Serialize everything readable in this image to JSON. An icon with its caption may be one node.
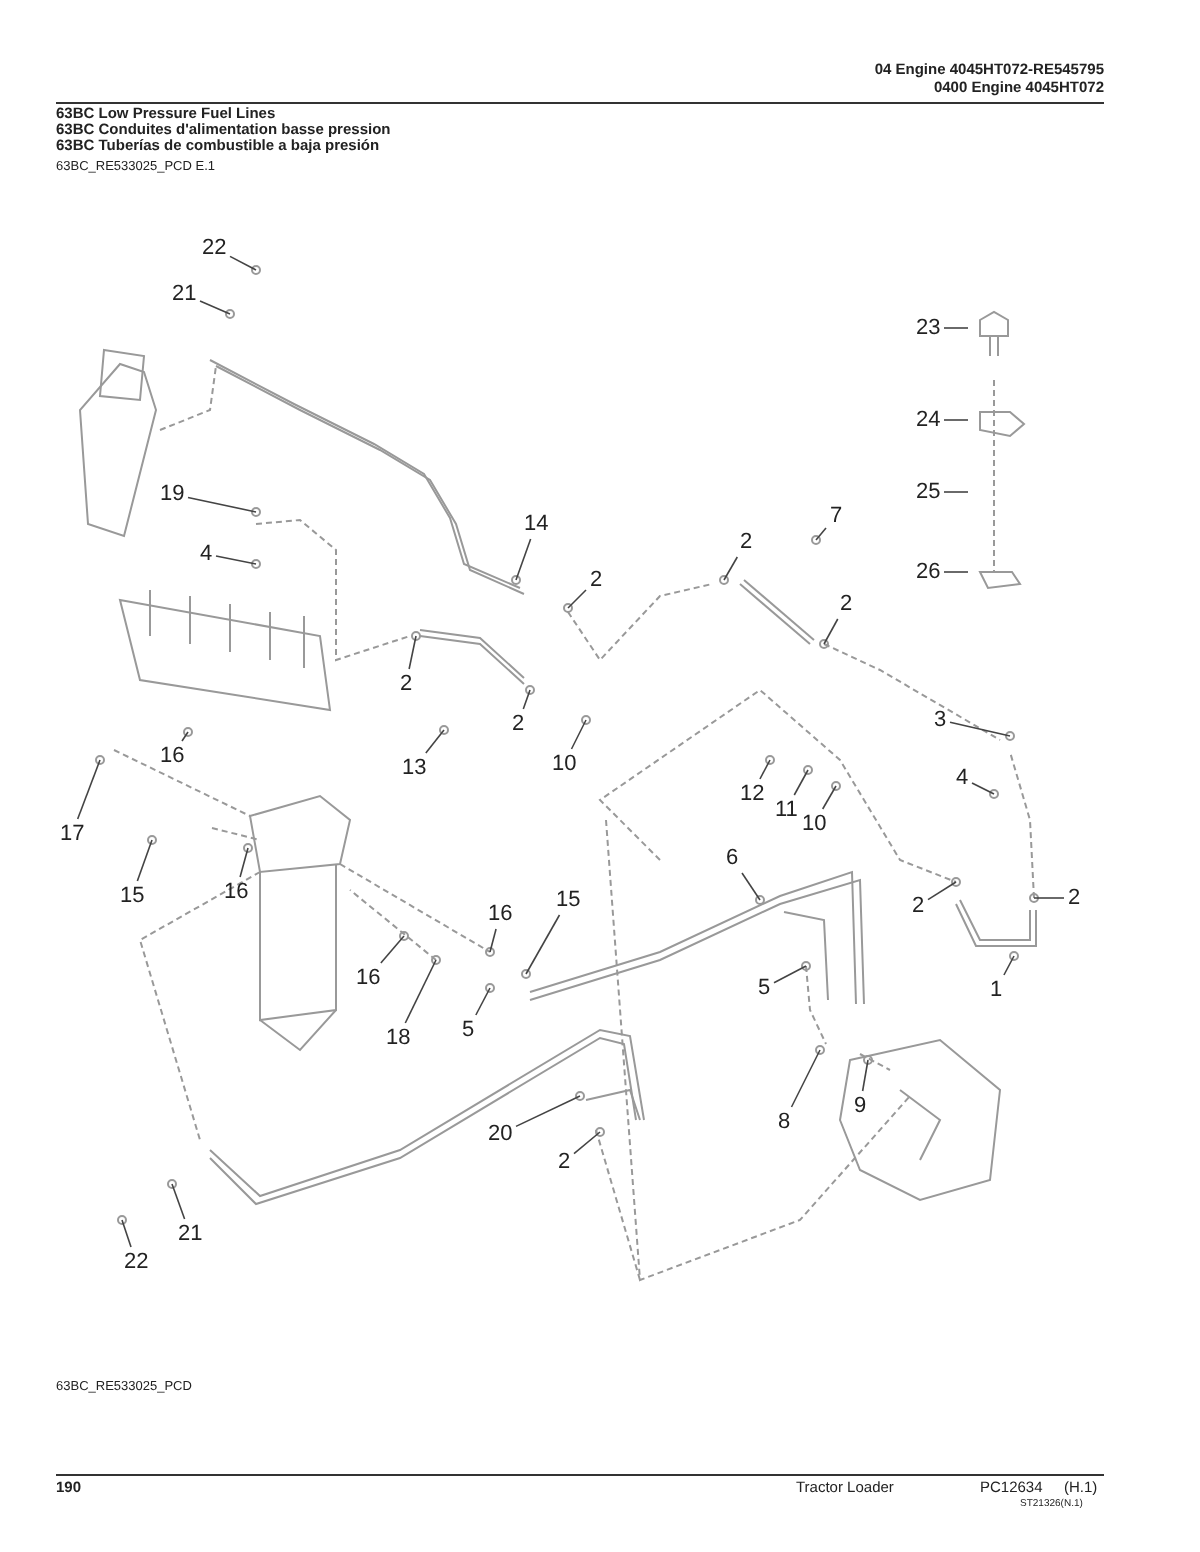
{
  "diagram": {
    "nodes": [
      {
        "text": [
          "22"
        ]
      },
      {
        "text": [
          "21"
        ]
      },
      {
        "text": [
          "19"
        ]
      },
      {
        "text": [
          "4"
        ]
      },
      {
        "text": [
          "14"
        ]
      },
      {
        "text": [
          "2"
        ]
      },
      {
        "text": [
          "2"
        ]
      },
      {
        "text": [
          "13"
        ]
      },
      {
        "text": [
          "2"
        ]
      },
      {
        "text": [
          "10"
        ]
      },
      {
        "text": [
          "7"
        ]
      },
      {
        "text": [
          "2"
        ]
      },
      {
        "text": [
          "2"
        ]
      },
      {
        "text": [
          "23"
        ]
      },
      {
        "text": [
          "24"
        ]
      },
      {
        "text": [
          "25"
        ]
      },
      {
        "text": [
          "26"
        ]
      },
      {
        "text": [
          "3"
        ]
      },
      {
        "text": [
          "4"
        ]
      },
      {
        "text": [
          "12"
        ]
      },
      {
        "text": [
          "11"
        ]
      },
      {
        "text": [
          "10"
        ]
      },
      {
        "text": [
          "6"
        ]
      },
      {
        "text": [
          "2"
        ]
      },
      {
        "text": [
          "2"
        ]
      },
      {
        "text": [
          "1"
        ]
      },
      {
        "text": [
          "5"
        ]
      },
      {
        "text": [
          "8"
        ]
      },
      {
        "text": [
          "9"
        ]
      },
      {
        "text": [
          "17"
        ]
      },
      {
        "text": [
          "16"
        ]
      },
      {
        "text": [
          "15"
        ]
      },
      {
        "text": [
          "16"
        ]
      },
      {
        "text": [
          "16"
        ]
      },
      {
        "text": [
          "15"
        ]
      },
      {
        "text": [
          "16"
        ]
      },
      {
        "text": [
          "18"
        ]
      },
      {
        "text": [
          "5"
        ]
      },
      {
        "text": [
          "20"
        ]
      },
      {
        "text": [
          "2"
        ]
      },
      {
        "text": [
          "21"
        ]
      },
      {
        "text": [
          "22"
        ]
      }
    ],
    "edges": [
      {
        "from": 0,
        "to": null,
        "arrow": "none"
      },
      {
        "from": 1,
        "to": null,
        "arrow": "none"
      },
      {
        "from": 2,
        "to": null,
        "arrow": "none"
      },
      {
        "from": 3,
        "to": null,
        "arrow": "none"
      },
      {
        "from": 4,
        "to": null,
        "arrow": "none"
      },
      {
        "from": 5,
        "to": null,
        "arrow": "none"
      },
      {
        "from": 6,
        "to": null,
        "arrow": "none"
      },
      {
        "from": 7,
        "to": null,
        "arrow": "none"
      },
      {
        "from": 8,
        "to": null,
        "arrow": "none"
      },
      {
        "from": 9,
        "to": null,
        "arrow": "none"
      },
      {
        "from": 10,
        "to": null,
        "arrow": "none"
      },
      {
        "from": 11,
        "to": null,
        "arrow": "none"
      },
      {
        "from": 12,
        "to": null,
        "arrow": "none"
      },
      {
        "from": 13,
        "to": null,
        "arrow": "none"
      },
      {
        "from": 14,
        "to": null,
        "arrow": "none"
      },
      {
        "from": 15,
        "to": null,
        "arrow": "none"
      },
      {
        "from": 16,
        "to": null,
        "arrow": "none"
      },
      {
        "from": 17,
        "to": null,
        "arrow": "none"
      },
      {
        "from": 18,
        "to": null,
        "arrow": "none"
      },
      {
        "from": 19,
        "to": null,
        "arrow": "none"
      },
      {
        "from": 20,
        "to": null,
        "arrow": "none"
      },
      {
        "from": 21,
        "to": null,
        "arrow": "none"
      },
      {
        "from": 22,
        "to": null,
        "arrow": "none"
      },
      {
        "from": 23,
        "to": null,
        "arrow": "none"
      },
      {
        "from": 24,
        "to": null,
        "arrow": "none"
      },
      {
        "from": 25,
        "to": null,
        "arrow": "none"
      },
      {
        "from": 26,
        "to": null,
        "arrow": "none"
      },
      {
        "from": 27,
        "to": null,
        "arrow": "none"
      },
      {
        "from": 28,
        "to": null,
        "arrow": "none"
      },
      {
        "from": 29,
        "to": null,
        "arrow": "none"
      },
      {
        "from": 30,
        "to": null,
        "arrow": "none"
      },
      {
        "from": 31,
        "to": null,
        "arrow": "none"
      },
      {
        "from": 32,
        "to": null,
        "arrow": "none"
      },
      {
        "from": 33,
        "to": null,
        "arrow": "none"
      },
      {
        "from": 34,
        "to": null,
        "arrow": "none"
      },
      {
        "from": 35,
        "to": null,
        "arrow": "none"
      },
      {
        "from": 36,
        "to": null,
        "arrow": "none"
      },
      {
        "from": 37,
        "to": null,
        "arrow": "none"
      },
      {
        "from": 38,
        "to": null,
        "arrow": "none"
      },
      {
        "from": 39,
        "to": null,
        "arrow": "none"
      },
      {
        "from": 40,
        "to": null,
        "arrow": "none"
      },
      {
        "from": 41,
        "to": null,
        "arrow": "none"
      }
    ],
    "labels": [
      "04 Engine 4045HT072-RE545795",
      "0400 Engine 4045HT072",
      "63BC Low Pressure Fuel Lines",
      "63BC Conduites d'alimentation basse pression",
      "63BC Tuberías de combustible a baja presión",
      "63BC_RE533025_PCD E.1",
      "63BC_RE533025_PCD",
      "190",
      "Tractor Loader",
      "PC12634",
      "(H.1)",
      "ST21326(N.1)"
    ]
  }
}
